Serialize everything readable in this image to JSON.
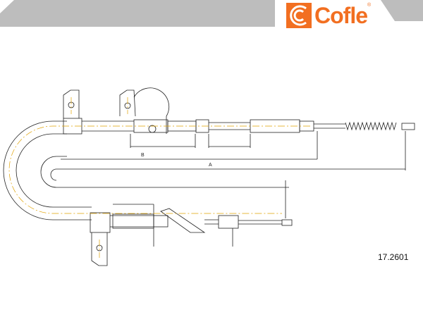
{
  "header": {
    "brand": "Cofle",
    "registered_mark": "®",
    "band_color": "#bdbdbd",
    "brand_color": "#f26f21"
  },
  "drawing": {
    "part_number": "17.2601",
    "dimension_labels": [
      "B",
      "A"
    ],
    "line_color": "#222222",
    "centerline_color": "#e0a100"
  }
}
